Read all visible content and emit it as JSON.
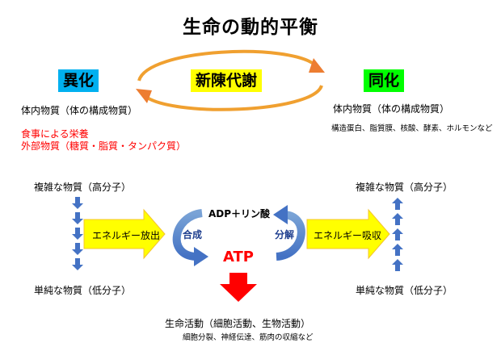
{
  "title": "生命の動的平衡",
  "catabolism": {
    "label": "異化",
    "color": "#00b0f0",
    "body_material": "体内物質（体の構成物質）",
    "food_line1": "食事による栄養",
    "food_line2": "外部物質（糖質・脂質・タンパク質）",
    "complex": "複雑な物質（高分子）",
    "simple": "単純な物質（低分子）",
    "energy": "エネルギー放出"
  },
  "metabolism": {
    "label": "新陳代謝",
    "color": "#ffff00"
  },
  "anabolism": {
    "label": "同化",
    "color": "#00ff00",
    "body_material": "体内物質（体の構成物質）",
    "examples": "構造蛋白、脂質膜、核酸、酵素、ホルモンなど",
    "complex": "複雑な物質（高分子）",
    "simple": "単純な物質（低分子）",
    "energy": "エネルギー吸収"
  },
  "atp_cycle": {
    "adp": "ADP＋リン酸",
    "synthesis": "合成",
    "decomposition": "分解",
    "atp": "ATP"
  },
  "life": {
    "main": "生命活動（細胞活動、生物活動）",
    "sub": "細胞分裂、神経伝達、筋肉の収縮など"
  }
}
